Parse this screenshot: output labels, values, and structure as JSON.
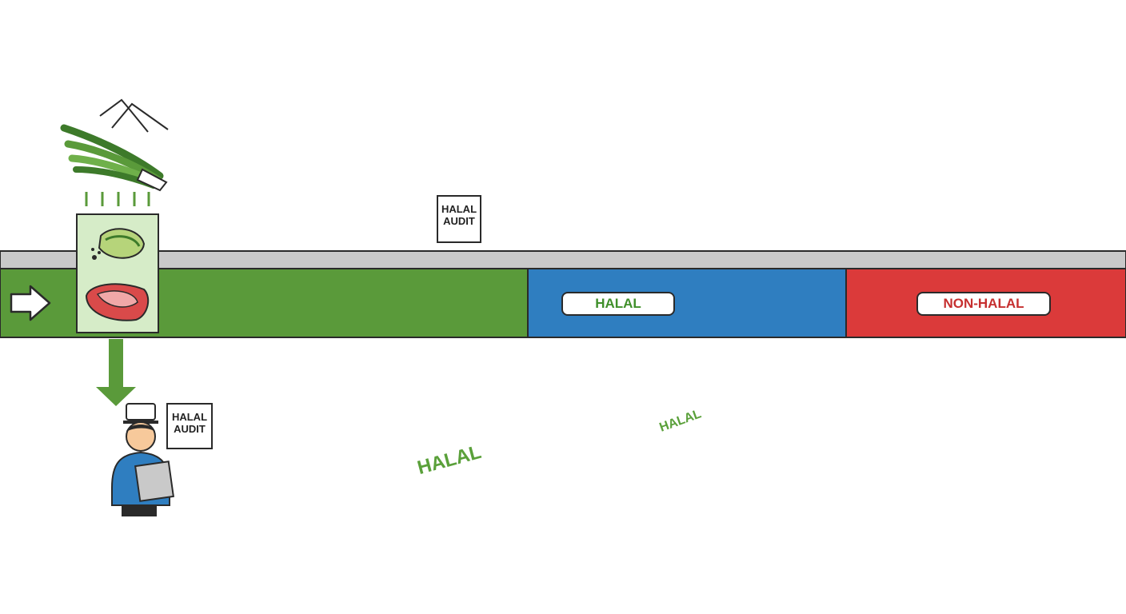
{
  "labels": {
    "halal_zone": "HALAL",
    "non_halal_zone": "NON-HALAL",
    "halal_stamp": "HALAL",
    "halal_stamp_small": "HALAL"
  },
  "audit_signs": {
    "top": [
      "HALAL",
      "AUDIT"
    ],
    "bottom": [
      "HALAL",
      "AUDIT"
    ]
  },
  "colors": {
    "green": "#5a9a3a",
    "blue": "#2f7ec0",
    "red": "#db3a3a",
    "rail": "#c9c9c9"
  },
  "icons": [
    "entry-arrow-icon",
    "scallion-icon",
    "steak-icon",
    "spice-icon",
    "inspector-icon",
    "magnifier-check-icon",
    "clipboard-icon",
    "gloved-hands-icon",
    "cooking-pot-icon",
    "serving-tray-icon",
    "bento-box-icon",
    "food-container-icon",
    "takeaway-bag-icon",
    "halal-stamp-icon",
    "steam-icon",
    "cutting-board-icon"
  ]
}
